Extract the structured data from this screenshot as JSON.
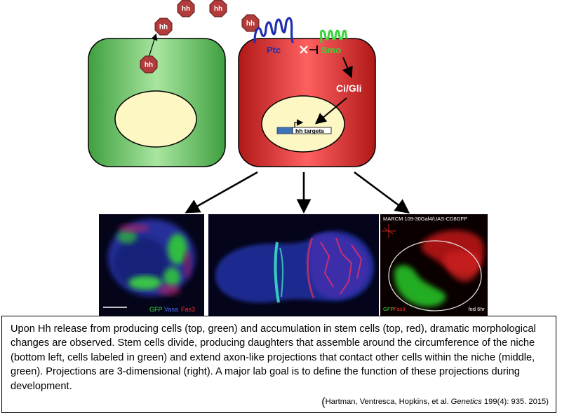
{
  "labels": {
    "hh": "hh",
    "ptc": "Ptc",
    "smo": "Smo",
    "ci_gli": "Ci/Gli",
    "hh_targets": "hh targets"
  },
  "micrographs": {
    "left": {
      "stain_green": "GFP",
      "stain_blue": "Vasa",
      "stain_red": "Fas3"
    },
    "right": {
      "title": "MARCM 109-30Gal4/UAS-CD8GFP",
      "stain_green": "GFP",
      "stain_red": "Fas3",
      "timepoint": "fed 6hr"
    }
  },
  "caption": {
    "text": "Upon Hh release from producing cells (top, green) and accumulation in stem cells (top, red), dramatic morphological changes are observed. Stem cells divide, producing daughters that assemble around the circumference of the niche (bottom left, cells labeled in green) and extend axon-like projections that contact other cells within the niche (middle, green). Projections are 3-dimensional (right). A major lab goal is to define the function of these projections during development.",
    "citation_open": "(",
    "citation_authors": "Hartman, Ventresca, Hopkins, et al. ",
    "citation_journal": "Genetics",
    "citation_ref": " 199(4): 935. 2015)"
  },
  "colors": {
    "producing_cell": "#7ed37e",
    "stem_cell": "#d93030",
    "nucleus": "#fdf7c3",
    "hh_octagon": "#b23b3b",
    "ptc": "#1f2fb0",
    "smo": "#3ad43a",
    "target_box": "#3f73b8"
  }
}
